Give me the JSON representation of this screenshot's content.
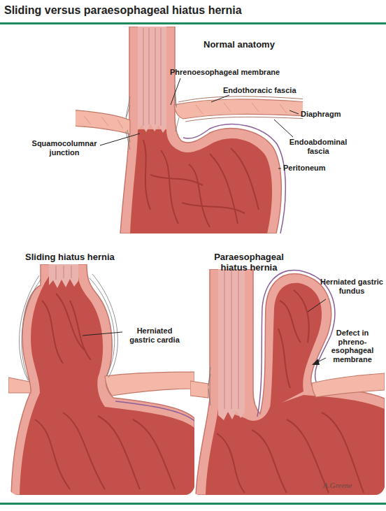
{
  "diagram": {
    "title": "Sliding versus paraesophageal hiatus hernia",
    "labels": [
      "Normal anatomy",
      "Phrenoesophageal membrane",
      "Endothoracic fascia",
      "Diaphragm",
      "Squamocolumnar junction",
      "Endoabdominal fascia",
      "Peritoneum",
      "Sliding hiatus hernia",
      "Paraesophageal hiatus hernia",
      "Herniated gastric cardia",
      "Herniated gastric fundus",
      "Defect in phreno- esophageal membrane",
      "A.Greene"
    ]
  }
}
